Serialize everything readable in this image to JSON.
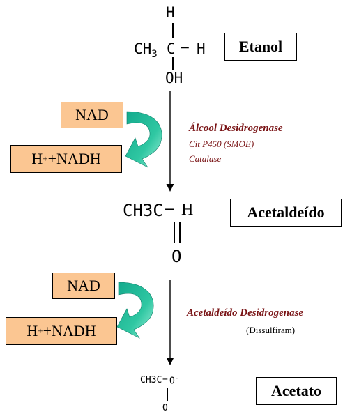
{
  "colors": {
    "cofactor_fill": "#FBC692",
    "enzyme_text": "#7A1416",
    "arrow_green": "#13A98C",
    "arrow_light": "#9EF0DA"
  },
  "compounds": {
    "etanol": {
      "label": "Etanol",
      "top_h": "H",
      "left": "CH",
      "left_sub": "3",
      "center": "C",
      "bond": "−",
      "right": "H",
      "bottom": "OH"
    },
    "acetaldeido": {
      "label": "Acetaldeído",
      "formula": "CH3C",
      "bond": "−",
      "right": "H",
      "oxygen": "O"
    },
    "acetato": {
      "label": "Acetato",
      "formula": "CH3C",
      "bond": "−",
      "o_minus": "O",
      "charge": "-",
      "oxygen": "O"
    }
  },
  "steps": [
    {
      "cofactor_in": "NAD",
      "cofactor_out_h": "H",
      "cofactor_out_plus": "+",
      "cofactor_out_rest": "+NADH",
      "enzyme": "Álcool Desidrogenase",
      "enzyme_lines": [
        "Cit P450 (SMOE)",
        "Catalase"
      ]
    },
    {
      "cofactor_in": "NAD",
      "cofactor_out_h": "H",
      "cofactor_out_plus": "+",
      "cofactor_out_rest": "+NADH",
      "enzyme": "Acetaldeído Desidrogenase",
      "inhibitor": "(Dissulfiram)"
    }
  ]
}
